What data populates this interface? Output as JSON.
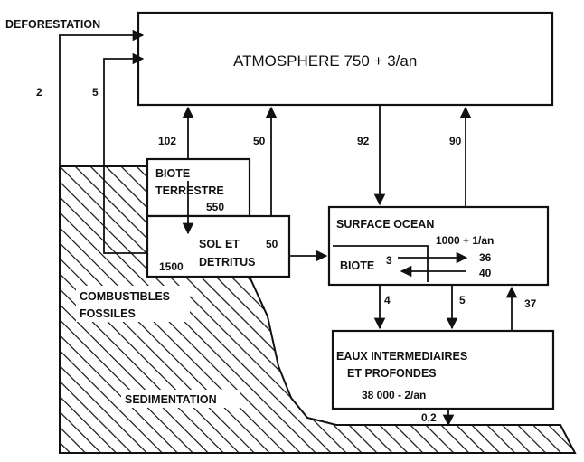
{
  "labels": {
    "deforestation": "DEFORESTATION",
    "atmosphere": "ATMOSPHERE 750 + 3/an",
    "biote_terrestre_1": "BIOTE",
    "biote_terrestre_2": "TERRESTRE",
    "biote_terrestre_val": "550",
    "sol_1": "SOL ET",
    "sol_2": "DETRITUS",
    "sol_val": "1500",
    "surface_ocean": "SURFACE OCEAN",
    "surface_ocean_val": "1000 + 1/an",
    "biote": "BIOTE",
    "eaux_1": "EAUX INTERMEDIAIRES",
    "eaux_2": "ET PROFONDES",
    "eaux_val": "38 000 - 2/an",
    "combustibles_1": "COMBUSTIBLES",
    "combustibles_2": "FOSSILES",
    "sedimentation": "SEDIMENTATION"
  },
  "flows": {
    "f2": "2",
    "f5_left": "5",
    "f102": "102",
    "f50_up": "50",
    "f92": "92",
    "f90": "90",
    "f50_right": "50",
    "f3": "3",
    "f36": "36",
    "f40": "40",
    "f4": "4",
    "f5_down": "5",
    "f37": "37",
    "f02": "0,2"
  }
}
